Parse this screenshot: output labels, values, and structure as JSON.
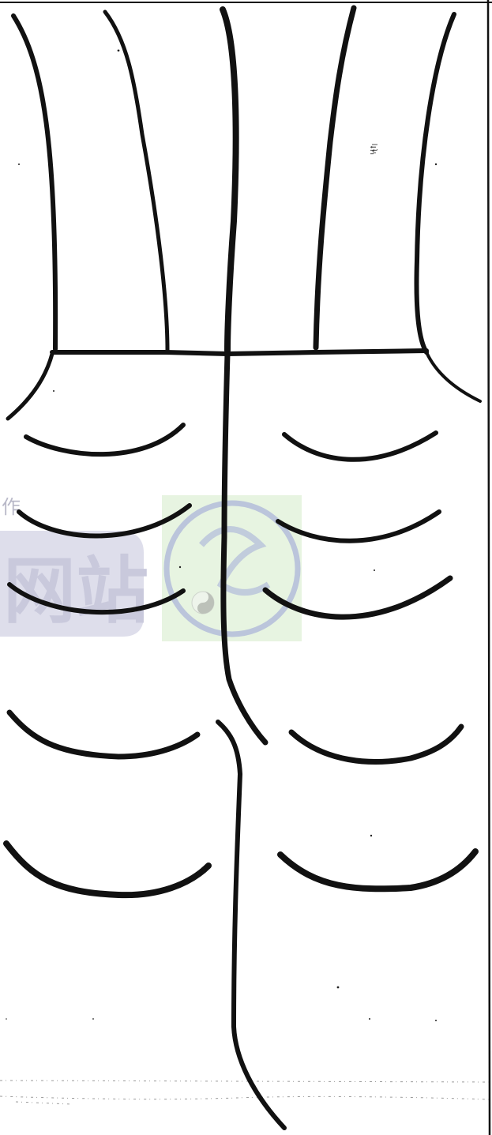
{
  "page": {
    "background": "#ffffff",
    "ink_color": "#111111"
  },
  "annotation": {
    "text": "ꝇꞎꝉꞁ"
  },
  "watermark": {
    "caption": "作",
    "logo_text": "网站",
    "logo_color": "#c9c9dc",
    "seal_box_color": "#e3f2dc",
    "seal_ring_color": "#a8b0d8",
    "seal_icon": "yin-yang-icon"
  },
  "figure": {
    "description_icon": "tongue-diagram-icon"
  }
}
